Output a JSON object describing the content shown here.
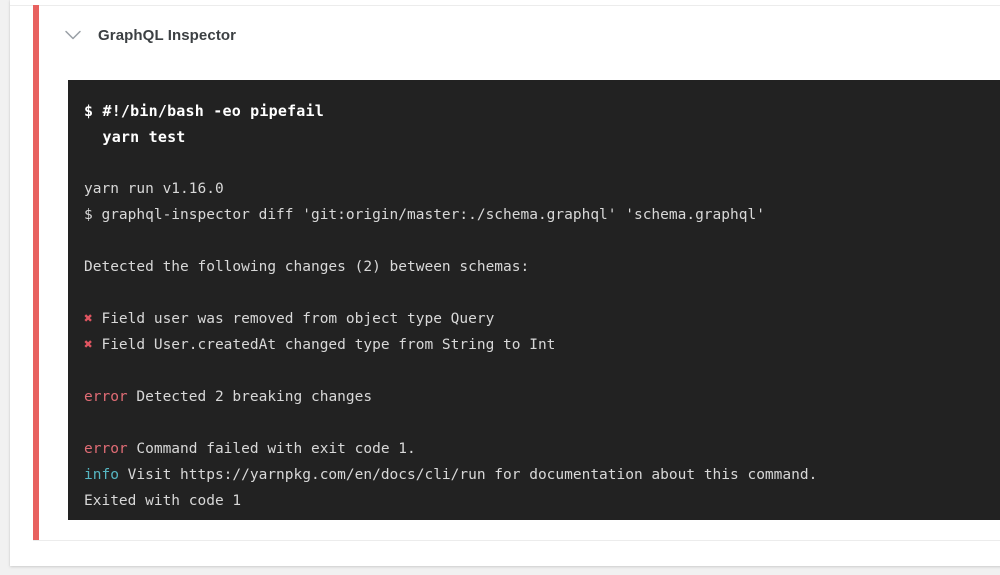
{
  "job": {
    "title": "GraphQL Inspector",
    "toggle_icon": "chevron-down-icon",
    "status_color": "#e8615f",
    "status": "failed"
  },
  "terminal": {
    "background_color": "#222222",
    "text_color": "#d8d8d8",
    "error_color": "#e06c75",
    "info_color": "#56b6c2",
    "cross_color": "#e05561",
    "cross_glyph": "✖",
    "lines": [
      {
        "type": "command",
        "text": "$ #!/bin/bash -eo pipefail"
      },
      {
        "type": "command",
        "text": "  yarn test"
      },
      {
        "type": "blank",
        "text": ""
      },
      {
        "type": "plain",
        "text": "yarn run v1.16.0"
      },
      {
        "type": "plain",
        "text": "$ graphql-inspector diff 'git:origin/master:./schema.graphql' 'schema.graphql'"
      },
      {
        "type": "blank",
        "text": ""
      },
      {
        "type": "plain",
        "text": "Detected the following changes (2) between schemas:"
      },
      {
        "type": "blank",
        "text": ""
      },
      {
        "type": "cross",
        "label": "✖",
        "text": " Field user was removed from object type Query"
      },
      {
        "type": "cross",
        "label": "✖",
        "text": " Field User.createdAt changed type from String to Int"
      },
      {
        "type": "blank",
        "text": ""
      },
      {
        "type": "error",
        "label": "error",
        "text": " Detected 2 breaking changes"
      },
      {
        "type": "blank",
        "text": ""
      },
      {
        "type": "error",
        "label": "error",
        "text": " Command failed with exit code 1."
      },
      {
        "type": "info",
        "label": "info",
        "text": " Visit https://yarnpkg.com/en/docs/cli/run for documentation about this command."
      },
      {
        "type": "plain",
        "text": "Exited with code 1"
      }
    ]
  }
}
